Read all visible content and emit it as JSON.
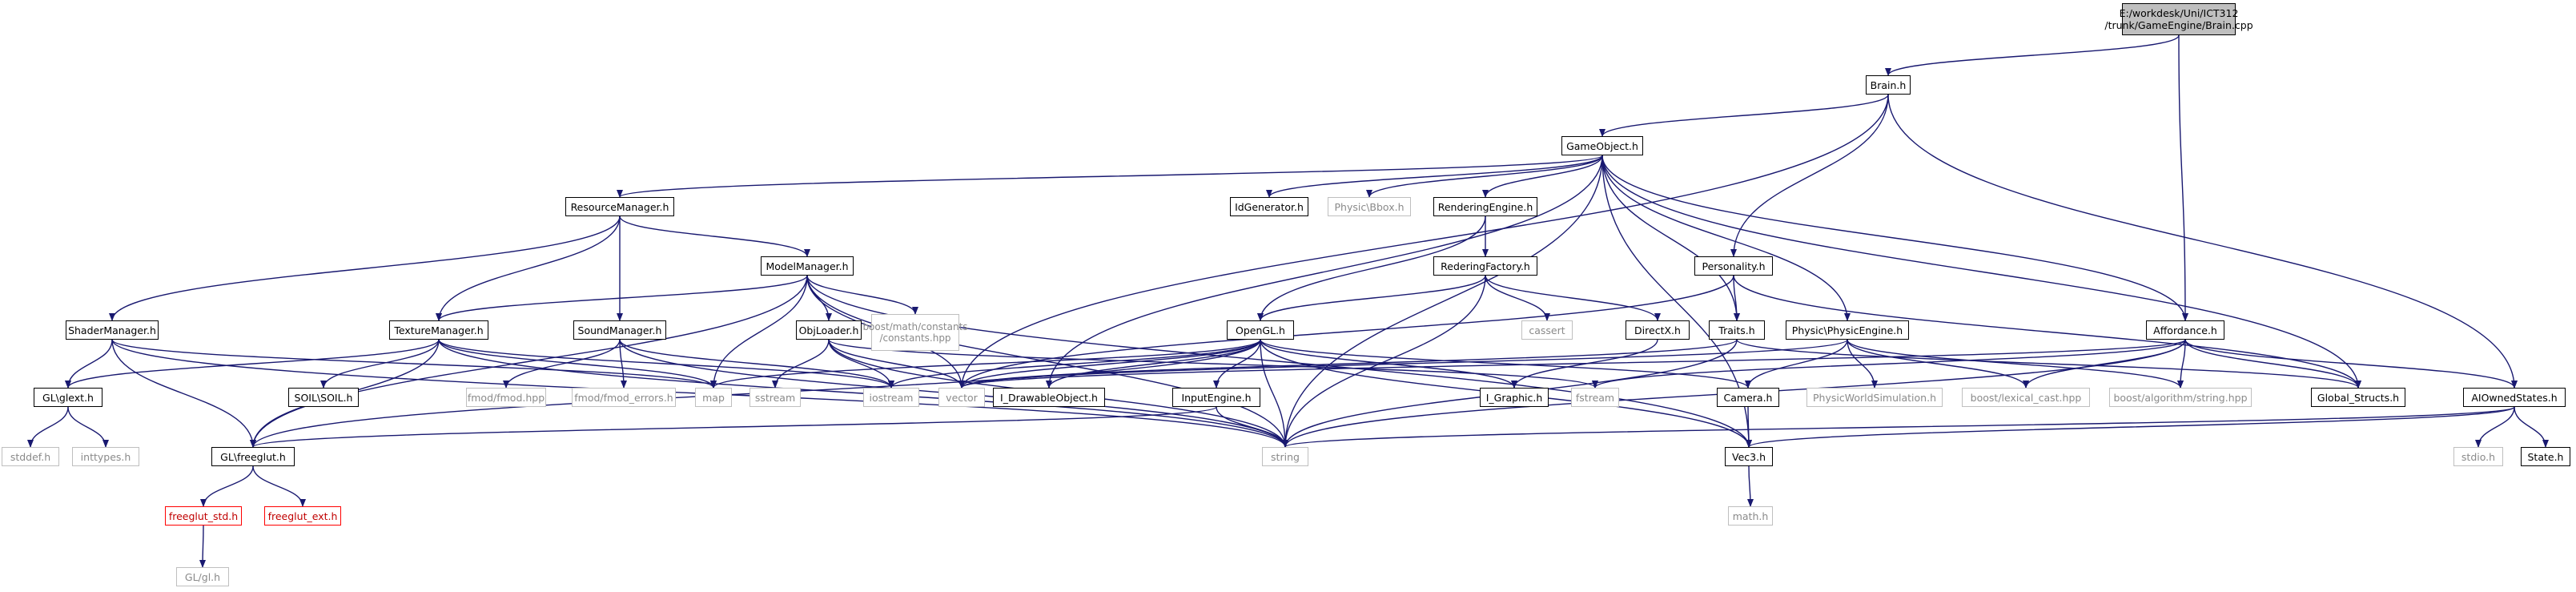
{
  "colors": {
    "edge": "#191970",
    "node_border": "#000000",
    "external_border": "#bfbfbf",
    "external_text": "#8a8a8a",
    "truncated_border": "#ff0000",
    "root_fill": "#bfbfbf"
  },
  "nodes": {
    "root": "E:/workdesk/Uni/ICT312/trunk/GameEngine/Brain.cpp",
    "brain_h": "Brain.h",
    "gameobject_h": "GameObject.h",
    "resourcemanager_h": "ResourceManager.h",
    "idgenerator_h": "IdGenerator.h",
    "physic_bbox_h": "Physic\\Bbox.h",
    "renderingengine_h": "RenderingEngine.h",
    "personality_h": "Personality.h",
    "modelmanager_h": "ModelManager.h",
    "rederingfactory_h": "RederingFactory.h",
    "shadermanager_h": "ShaderManager.h",
    "texturemanager_h": "TextureManager.h",
    "soundmanager_h": "SoundManager.h",
    "objloader_h": "ObjLoader.h",
    "boost_math_constants": "boost/math/constants/constants.hpp",
    "opengl_h": "OpenGL.h",
    "cassert": "cassert",
    "directx_h": "DirectX.h",
    "traits_h": "Traits.h",
    "physicengine_h": "Physic\\PhysicEngine.h",
    "affordance_h": "Affordance.h",
    "gl_glext_h": "GL\\glext.h",
    "soil_h": "SOIL\\SOIL.h",
    "fmod_hpp": "fmod/fmod.hpp",
    "fmod_errors_h": "fmod/fmod_errors.h",
    "map": "map",
    "sstream": "sstream",
    "iostream": "iostream",
    "vector": "vector",
    "i_drawableobject_h": "I_DrawableObject.h",
    "i_graphic_h": "I_Graphic.h",
    "fstream": "fstream",
    "camera_h": "Camera.h",
    "physicworldsimulation_h": "PhysicWorldSimulation.h",
    "boost_lexical_cast": "boost/lexical_cast.hpp",
    "boost_algorithm_string": "boost/algorithm/string.hpp",
    "global_structs_h": "Global_Structs.h",
    "aiownedstates_h": "AIOwnedStates.h",
    "stddef_h": "stddef.h",
    "inttypes_h": "inttypes.h",
    "gl_freeglut_h": "GL\\freeglut.h",
    "inputengine_h": "InputEngine.h",
    "string": "string",
    "vec3_h": "Vec3.h",
    "stdio_h": "stdio.h",
    "state_h": "State.h",
    "freeglut_std_h": "freeglut_std.h",
    "freeglut_ext_h": "freeglut_ext.h",
    "math_h": "math.h",
    "gl_gl_h": "GL/gl.h"
  },
  "edges": [
    [
      "root",
      "brain_h"
    ],
    [
      "root",
      "affordance_h"
    ],
    [
      "brain_h",
      "gameobject_h"
    ],
    [
      "brain_h",
      "personality_h"
    ],
    [
      "brain_h",
      "aiownedstates_h"
    ],
    [
      "brain_h",
      "vector"
    ],
    [
      "gameobject_h",
      "resourcemanager_h"
    ],
    [
      "gameobject_h",
      "idgenerator_h"
    ],
    [
      "gameobject_h",
      "physic_bbox_h"
    ],
    [
      "gameobject_h",
      "renderingengine_h"
    ],
    [
      "gameobject_h",
      "traits_h"
    ],
    [
      "gameobject_h",
      "physicengine_h"
    ],
    [
      "gameobject_h",
      "affordance_h"
    ],
    [
      "gameobject_h",
      "global_structs_h"
    ],
    [
      "gameobject_h",
      "vec3_h"
    ],
    [
      "gameobject_h",
      "string"
    ],
    [
      "gameobject_h",
      "i_drawableobject_h"
    ],
    [
      "resourcemanager_h",
      "modelmanager_h"
    ],
    [
      "resourcemanager_h",
      "shadermanager_h"
    ],
    [
      "resourcemanager_h",
      "texturemanager_h"
    ],
    [
      "resourcemanager_h",
      "soundmanager_h"
    ],
    [
      "renderingengine_h",
      "rederingfactory_h"
    ],
    [
      "renderingengine_h",
      "opengl_h"
    ],
    [
      "personality_h",
      "traits_h"
    ],
    [
      "personality_h",
      "global_structs_h"
    ],
    [
      "personality_h",
      "vector"
    ],
    [
      "modelmanager_h",
      "texturemanager_h"
    ],
    [
      "modelmanager_h",
      "objloader_h"
    ],
    [
      "modelmanager_h",
      "boost_math_constants"
    ],
    [
      "modelmanager_h",
      "map"
    ],
    [
      "modelmanager_h",
      "vector"
    ],
    [
      "modelmanager_h",
      "string"
    ],
    [
      "modelmanager_h",
      "vec3_h"
    ],
    [
      "modelmanager_h",
      "gl_freeglut_h"
    ],
    [
      "rederingfactory_h",
      "opengl_h"
    ],
    [
      "rederingfactory_h",
      "cassert"
    ],
    [
      "rederingfactory_h",
      "directx_h"
    ],
    [
      "rederingfactory_h",
      "string"
    ],
    [
      "shadermanager_h",
      "gl_glext_h"
    ],
    [
      "shadermanager_h",
      "gl_freeglut_h"
    ],
    [
      "shadermanager_h",
      "map"
    ],
    [
      "shadermanager_h",
      "string"
    ],
    [
      "texturemanager_h",
      "gl_glext_h"
    ],
    [
      "texturemanager_h",
      "soil_h"
    ],
    [
      "texturemanager_h",
      "gl_freeglut_h"
    ],
    [
      "texturemanager_h",
      "map"
    ],
    [
      "texturemanager_h",
      "iostream"
    ],
    [
      "texturemanager_h",
      "string"
    ],
    [
      "soundmanager_h",
      "fmod_hpp"
    ],
    [
      "soundmanager_h",
      "fmod_errors_h"
    ],
    [
      "soundmanager_h",
      "iostream"
    ],
    [
      "soundmanager_h",
      "string"
    ],
    [
      "objloader_h",
      "sstream"
    ],
    [
      "objloader_h",
      "iostream"
    ],
    [
      "objloader_h",
      "vector"
    ],
    [
      "objloader_h",
      "fstream"
    ],
    [
      "objloader_h",
      "string"
    ],
    [
      "opengl_h",
      "map"
    ],
    [
      "opengl_h",
      "iostream"
    ],
    [
      "opengl_h",
      "vector"
    ],
    [
      "opengl_h",
      "i_drawableobject_h"
    ],
    [
      "opengl_h",
      "i_graphic_h"
    ],
    [
      "opengl_h",
      "camera_h"
    ],
    [
      "opengl_h",
      "inputengine_h"
    ],
    [
      "opengl_h",
      "string"
    ],
    [
      "opengl_h",
      "gl_freeglut_h"
    ],
    [
      "opengl_h",
      "vec3_h"
    ],
    [
      "directx_h",
      "i_graphic_h"
    ],
    [
      "traits_h",
      "vector"
    ],
    [
      "traits_h",
      "string"
    ],
    [
      "traits_h",
      "global_structs_h"
    ],
    [
      "physicengine_h",
      "physicworldsimulation_h"
    ],
    [
      "physicengine_h",
      "boost_lexical_cast"
    ],
    [
      "physicengine_h",
      "boost_algorithm_string"
    ],
    [
      "physicengine_h",
      "camera_h"
    ],
    [
      "physicengine_h",
      "vector"
    ],
    [
      "affordance_h",
      "global_structs_h"
    ],
    [
      "affordance_h",
      "aiownedstates_h"
    ],
    [
      "affordance_h",
      "boost_lexical_cast"
    ],
    [
      "affordance_h",
      "boost_algorithm_string"
    ],
    [
      "affordance_h",
      "string"
    ],
    [
      "affordance_h",
      "vector"
    ],
    [
      "affordance_h",
      "fstream"
    ],
    [
      "gl_glext_h",
      "stddef_h"
    ],
    [
      "gl_glext_h",
      "inttypes_h"
    ],
    [
      "inputengine_h",
      "string"
    ],
    [
      "inputengine_h",
      "gl_freeglut_h"
    ],
    [
      "camera_h",
      "vec3_h"
    ],
    [
      "aiownedstates_h",
      "stdio_h"
    ],
    [
      "aiownedstates_h",
      "state_h"
    ],
    [
      "aiownedstates_h",
      "vec3_h"
    ],
    [
      "aiownedstates_h",
      "string"
    ],
    [
      "gl_freeglut_h",
      "freeglut_std_h"
    ],
    [
      "gl_freeglut_h",
      "freeglut_ext_h"
    ],
    [
      "freeglut_std_h",
      "gl_gl_h"
    ],
    [
      "vec3_h",
      "math_h"
    ]
  ]
}
